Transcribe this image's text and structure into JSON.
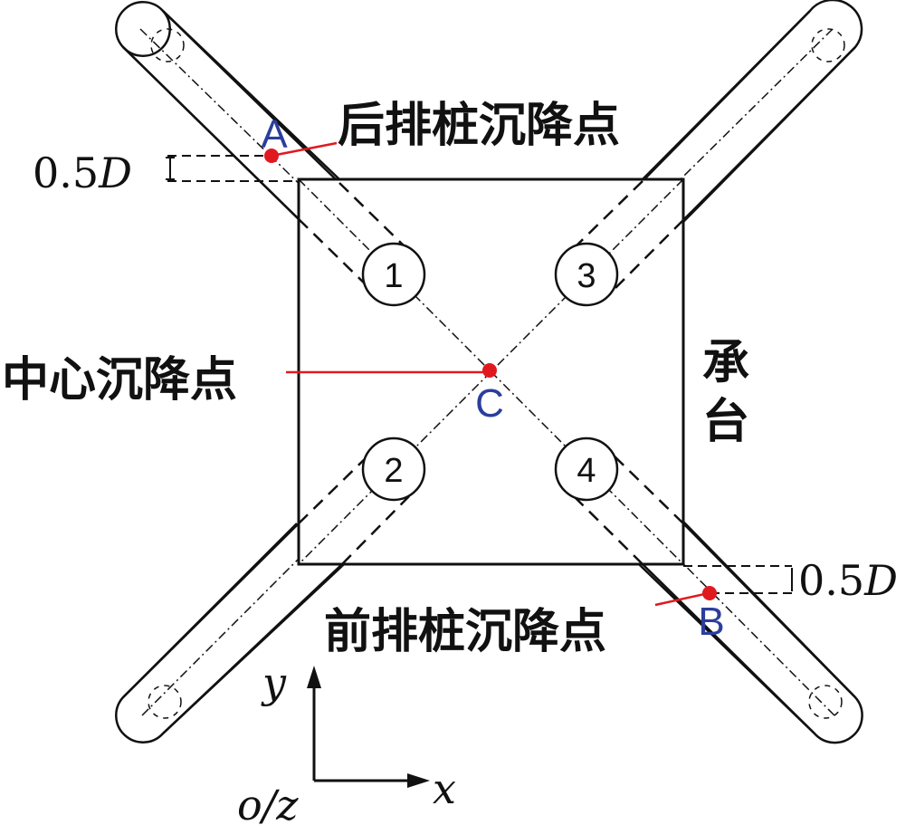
{
  "labels": {
    "rear_settlement": "后排桩沉降点",
    "front_settlement": "前排桩沉降点",
    "center_settlement": "中心沉降点",
    "cap_char1": "承",
    "cap_char2": "台",
    "offset_top_num": "0.5",
    "offset_top_sym": "D",
    "offset_bottom_num": "0.5",
    "offset_bottom_sym": "D"
  },
  "points": {
    "A": "A",
    "B": "B",
    "C": "C"
  },
  "piles": [
    "1",
    "2",
    "3",
    "4"
  ],
  "axes": {
    "x": "x",
    "y": "y",
    "origin": "o/z"
  },
  "colors": {
    "marker": "#e0191f",
    "point_label": "#2b3e9c",
    "line": "#111111"
  }
}
